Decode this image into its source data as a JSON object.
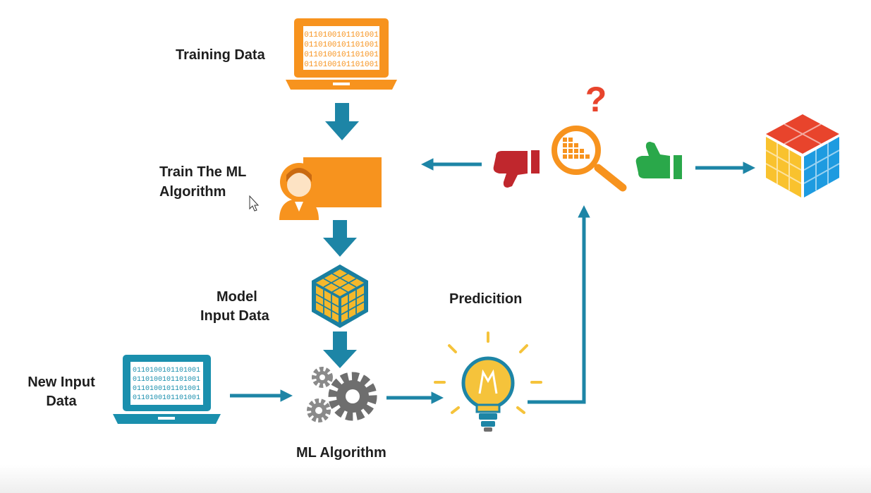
{
  "labels": {
    "training_data": "Training Data",
    "train_ml_line1": "Train The  ML",
    "train_ml_line2": "Algorithm",
    "model_line1": "Model",
    "model_line2": "Input Data",
    "new_input_line1": "New Input",
    "new_input_line2": "Data",
    "ml_algorithm": "ML  Algorithm",
    "prediction": "Predicition"
  },
  "binary_text": "0110100101101001",
  "question_mark": "?",
  "colors": {
    "orange": "#f7931e",
    "teal": "#1a8fad",
    "arrow": "#1d85a6",
    "gear": "#6e6e6e",
    "bulb": "#f5c33b",
    "thumb_down": "#c0272d",
    "thumb_up": "#2aa84a",
    "question": "#e8442c",
    "cube_red": "#e8442c",
    "cube_yellow": "#f9c22e",
    "cube_blue": "#1e9be0"
  },
  "icons": [
    "laptop-orange-icon",
    "teacher-icon",
    "model-cube-icon",
    "laptop-teal-icon",
    "gears-icon",
    "lightbulb-icon",
    "magnifier-icon",
    "thumbs-down-icon",
    "thumbs-up-icon",
    "question-icon",
    "rubik-cube-icon"
  ]
}
